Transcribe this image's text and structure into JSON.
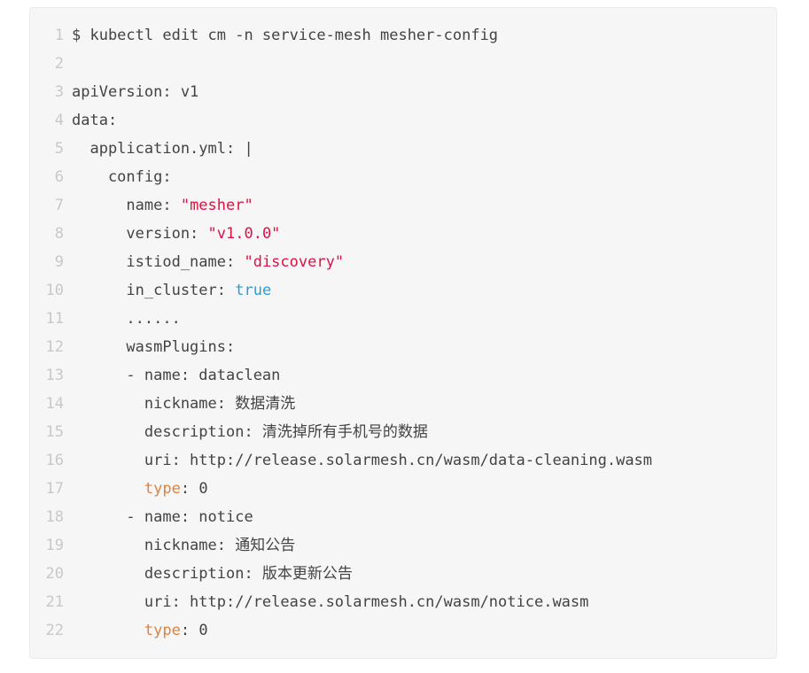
{
  "code_block": {
    "language": "yaml",
    "colors": {
      "page_background": "#ffffff",
      "block_background": "#f6f6f6",
      "block_border": "#ebebeb",
      "text_default": "#434343",
      "line_number": "#c8c8c8",
      "string": "#dd1144",
      "literal": "#2e9bd6",
      "keyword": "#e0823c"
    },
    "lines": [
      {
        "num": "1",
        "segments": [
          {
            "text": "$ kubectl edit cm -n service-mesh mesher-config",
            "style": "default"
          }
        ]
      },
      {
        "num": "2",
        "segments": []
      },
      {
        "num": "3",
        "segments": [
          {
            "text": "apiVersion: v1",
            "style": "default"
          }
        ]
      },
      {
        "num": "4",
        "segments": [
          {
            "text": "data:",
            "style": "default"
          }
        ]
      },
      {
        "num": "5",
        "segments": [
          {
            "text": "  application.yml: |",
            "style": "default"
          }
        ]
      },
      {
        "num": "6",
        "segments": [
          {
            "text": "    config:",
            "style": "default"
          }
        ]
      },
      {
        "num": "7",
        "segments": [
          {
            "text": "      name: ",
            "style": "default"
          },
          {
            "text": "\"mesher\"",
            "style": "string"
          }
        ]
      },
      {
        "num": "8",
        "segments": [
          {
            "text": "      version: ",
            "style": "default"
          },
          {
            "text": "\"v1.0.0\"",
            "style": "string"
          }
        ]
      },
      {
        "num": "9",
        "segments": [
          {
            "text": "      istiod_name: ",
            "style": "default"
          },
          {
            "text": "\"discovery\"",
            "style": "string"
          }
        ]
      },
      {
        "num": "10",
        "segments": [
          {
            "text": "      in_cluster: ",
            "style": "default"
          },
          {
            "text": "true",
            "style": "literal"
          }
        ]
      },
      {
        "num": "11",
        "segments": [
          {
            "text": "      ......",
            "style": "default"
          }
        ]
      },
      {
        "num": "12",
        "segments": [
          {
            "text": "      wasmPlugins:",
            "style": "default"
          }
        ]
      },
      {
        "num": "13",
        "segments": [
          {
            "text": "      - name: dataclean",
            "style": "default"
          }
        ]
      },
      {
        "num": "14",
        "segments": [
          {
            "text": "        nickname: 数据清洗",
            "style": "default"
          }
        ]
      },
      {
        "num": "15",
        "segments": [
          {
            "text": "        description: 清洗掉所有手机号的数据",
            "style": "default"
          }
        ]
      },
      {
        "num": "16",
        "segments": [
          {
            "text": "        uri: http://release.solarmesh.cn/wasm/data-cleaning.wasm",
            "style": "default"
          }
        ]
      },
      {
        "num": "17",
        "segments": [
          {
            "text": "        ",
            "style": "default"
          },
          {
            "text": "type",
            "style": "keyword"
          },
          {
            "text": ": 0",
            "style": "default"
          }
        ]
      },
      {
        "num": "18",
        "segments": [
          {
            "text": "      - name: notice",
            "style": "default"
          }
        ]
      },
      {
        "num": "19",
        "segments": [
          {
            "text": "        nickname: 通知公告",
            "style": "default"
          }
        ]
      },
      {
        "num": "20",
        "segments": [
          {
            "text": "        description: 版本更新公告",
            "style": "default"
          }
        ]
      },
      {
        "num": "21",
        "segments": [
          {
            "text": "        uri: http://release.solarmesh.cn/wasm/notice.wasm",
            "style": "default"
          }
        ]
      },
      {
        "num": "22",
        "segments": [
          {
            "text": "        ",
            "style": "default"
          },
          {
            "text": "type",
            "style": "keyword"
          },
          {
            "text": ": 0",
            "style": "default"
          }
        ]
      }
    ]
  }
}
